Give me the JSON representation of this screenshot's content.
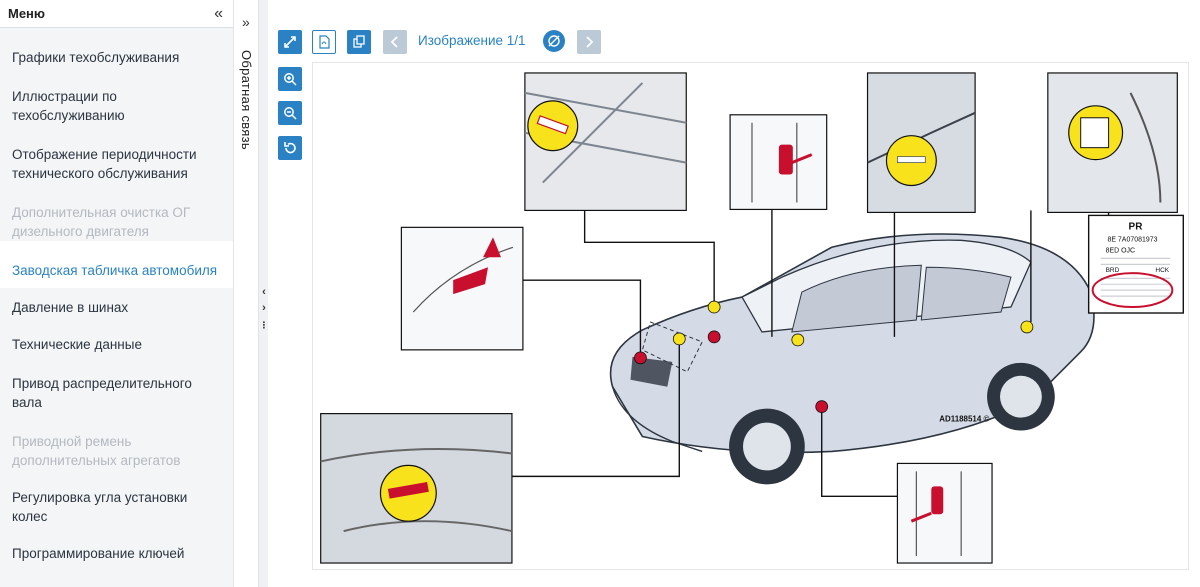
{
  "sidebar": {
    "title": "Меню",
    "collapse_icon": "«",
    "items": [
      {
        "label": "Графики техобслуживания",
        "state": "normal"
      },
      {
        "label": "Иллюстрации по техобслуживанию",
        "state": "normal"
      },
      {
        "label": "Отображение периодичности технического обслуживания",
        "state": "normal"
      },
      {
        "label": "Дополнительная очистка ОГ дизельного двигателя",
        "state": "disabled"
      },
      {
        "label": "Заводская табличка автомобиля",
        "state": "active"
      },
      {
        "label": "Давление в шинах",
        "state": "normal"
      },
      {
        "label": "Технические данные",
        "state": "normal"
      },
      {
        "label": "Привод распределительного вала",
        "state": "normal"
      },
      {
        "label": "Приводной ремень дополнительных агрегатов",
        "state": "disabled"
      },
      {
        "label": "Регулировка угла установки колес",
        "state": "normal"
      },
      {
        "label": "Программирование ключей",
        "state": "normal"
      }
    ]
  },
  "feedback": {
    "label": "Обратная связь",
    "expand_icon": "»"
  },
  "toolbar": {
    "fullscreen_icon": "expand-icon",
    "pdf_icon": "pdf-icon",
    "copy_icon": "copy-icon",
    "prev_icon": "chevron-left-icon",
    "next_icon": "chevron-right-icon",
    "counter": "Изображение 1/1",
    "hotspot_toggle_icon": "hotspot-toggle-icon"
  },
  "zoom": {
    "in_icon": "zoom-in-icon",
    "out_icon": "zoom-out-icon",
    "reset_icon": "reset-icon"
  },
  "figure": {
    "code": "AD1188514 ©",
    "plate": {
      "title": "PR",
      "lines": [
        "8E 7A07081973",
        "8ED OJC",
        "BRD",
        "HCK"
      ]
    }
  },
  "colors": {
    "accent": "#2a82c4",
    "active_text": "#2a82c4",
    "disabled_text": "#b3b9c0",
    "marker_yellow": "#f7e21c",
    "marker_red": "#c8102e",
    "car_body": "#d5dbe6"
  }
}
